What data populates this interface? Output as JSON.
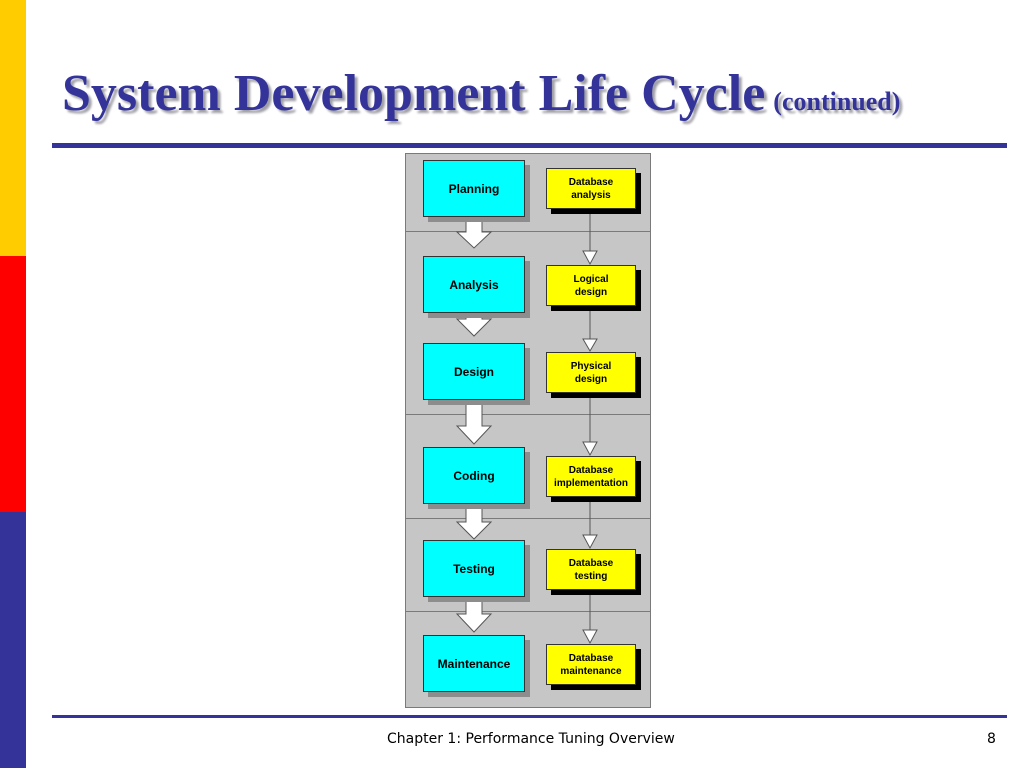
{
  "title": {
    "main": "System Development Life Cycle",
    "sub": "(continued)"
  },
  "footer": {
    "chapter": "Chapter 1: Performance Tuning Overview",
    "page": "8"
  },
  "colors": {
    "title": "#333399",
    "bar_yellow": "#ffcc00",
    "bar_red": "#ff0000",
    "bar_blue": "#333399",
    "phase_box": "#00ffff",
    "database_box": "#ffff00"
  },
  "diagram": {
    "phases": [
      "Planning",
      "Analysis",
      "Design",
      "Coding",
      "Testing",
      "Maintenance"
    ],
    "database_steps": [
      "Database\nanalysis",
      "Logical\ndesign",
      "Physical\ndesign",
      "Database\nimplementation",
      "Database\ntesting",
      "Database\nmaintenance"
    ]
  }
}
